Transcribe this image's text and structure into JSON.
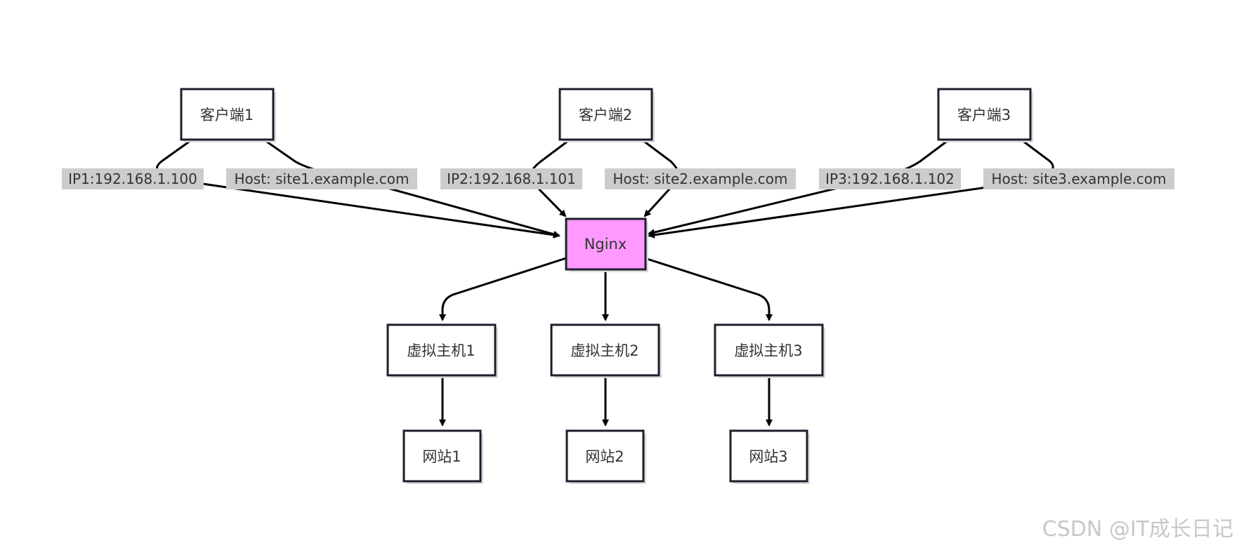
{
  "diagram": {
    "nodes": {
      "client1": "客户端1",
      "client2": "客户端2",
      "client3": "客户端3",
      "nginx": "Nginx",
      "vhost1": "虚拟主机1",
      "vhost2": "虚拟主机2",
      "vhost3": "虚拟主机3",
      "site1": "网站1",
      "site2": "网站2",
      "site3": "网站3"
    },
    "edge_labels": {
      "ip1": "IP1:192.168.1.100",
      "host1": "Host: site1.example.com",
      "ip2": "IP2:192.168.1.101",
      "host2": "Host: site2.example.com",
      "ip3": "IP3:192.168.1.102",
      "host3": "Host: site3.example.com"
    },
    "colors": {
      "nginx_fill": "#ff99ff",
      "node_fill": "#ffffff",
      "node_border": "#1e1e2e",
      "label_background": "#cccccc"
    }
  },
  "watermark": "CSDN @IT成长日记"
}
